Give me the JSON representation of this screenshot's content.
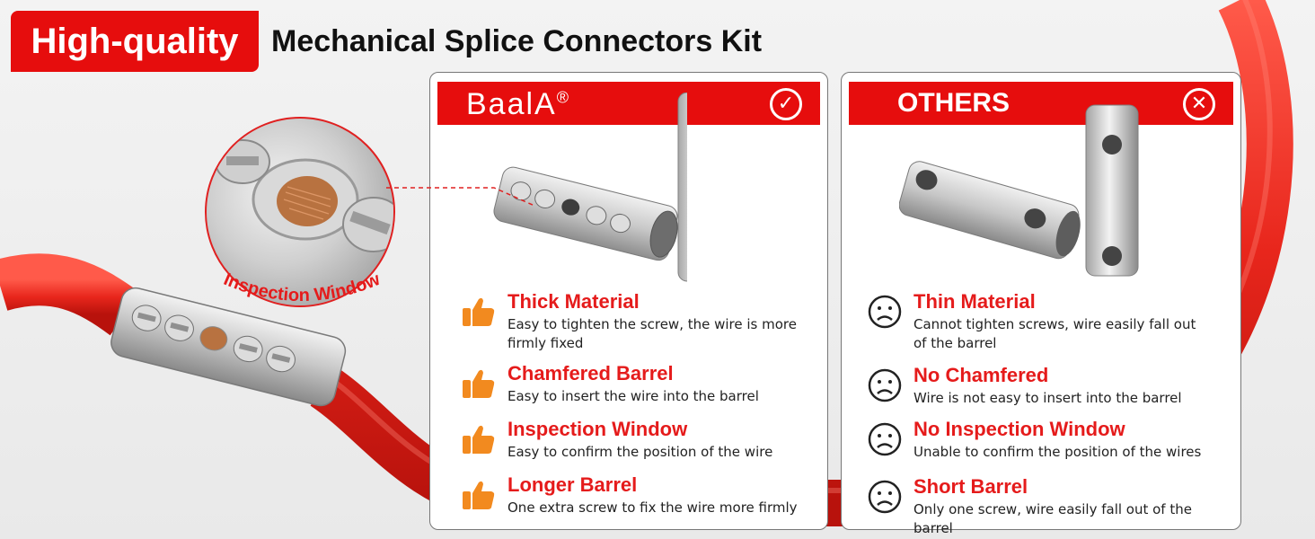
{
  "header": {
    "badge": "High-quality",
    "title": "Mechanical Splice Connectors Kit"
  },
  "zoom": {
    "caption": "Inspection Window"
  },
  "colors": {
    "accent_red": "#e60d0d",
    "title_red": "#e51b1b",
    "cable_red": "#e8261c"
  },
  "left_card": {
    "brand": "BaalA",
    "brand_mark": "®",
    "status_icon": "check-circle-icon",
    "features": [
      {
        "title": "Thick Material",
        "desc": "Easy to tighten the screw, the wire is more firmly fixed",
        "icon": "thumbs-up-icon"
      },
      {
        "title": "Chamfered Barrel",
        "desc": "Easy to insert the wire into the barrel",
        "icon": "thumbs-up-icon"
      },
      {
        "title": "Inspection Window",
        "desc": "Easy to confirm the position of the wire",
        "icon": "thumbs-up-icon"
      },
      {
        "title": "Longer Barrel",
        "desc": "One extra screw to fix the wire more firmly",
        "icon": "thumbs-up-icon"
      }
    ]
  },
  "right_card": {
    "heading": "OTHERS",
    "status_icon": "x-circle-icon",
    "features": [
      {
        "title": "Thin Material",
        "desc": "Cannot tighten screws, wire easily fall out of the barrel",
        "icon": "sad-face-icon"
      },
      {
        "title": "No Chamfered",
        "desc": "Wire is not easy to insert into the barrel",
        "icon": "sad-face-icon"
      },
      {
        "title": "No Inspection Window",
        "desc": "Unable to confirm the position of the wires",
        "icon": "sad-face-icon"
      },
      {
        "title": "Short Barrel",
        "desc": "Only one screw, wire easily fall out of the barrel",
        "icon": "sad-face-icon"
      }
    ]
  }
}
